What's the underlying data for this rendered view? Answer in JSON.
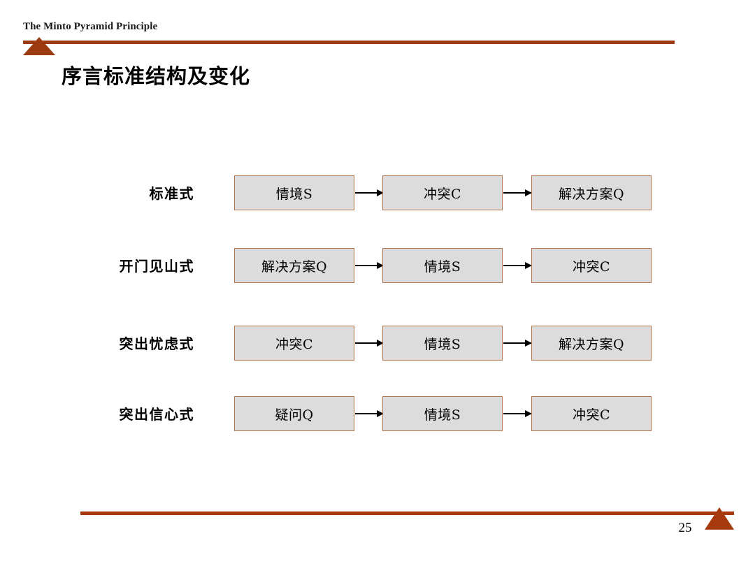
{
  "header": {
    "title": "The Minto Pyramid Principle",
    "bar_color": "#9c3a11"
  },
  "slide": {
    "title": "序言标准结构及变化"
  },
  "diagram": {
    "node_fill": "#dcdcdc",
    "node_border": "#b5764e",
    "rows": [
      {
        "label": "标准式",
        "nodes": [
          "情境S",
          "冲突C",
          "解决方案Q"
        ]
      },
      {
        "label": "开门见山式",
        "nodes": [
          "解决方案Q",
          "情境S",
          "冲突C"
        ]
      },
      {
        "label": "突出忧虑式",
        "nodes": [
          "冲突C",
          "情境S",
          "解决方案Q"
        ]
      },
      {
        "label": "突出信心式",
        "nodes": [
          "疑问Q",
          "情境S",
          "冲突C"
        ]
      }
    ]
  },
  "footer": {
    "page_number": "25",
    "bar_color": "#a63a0e"
  }
}
